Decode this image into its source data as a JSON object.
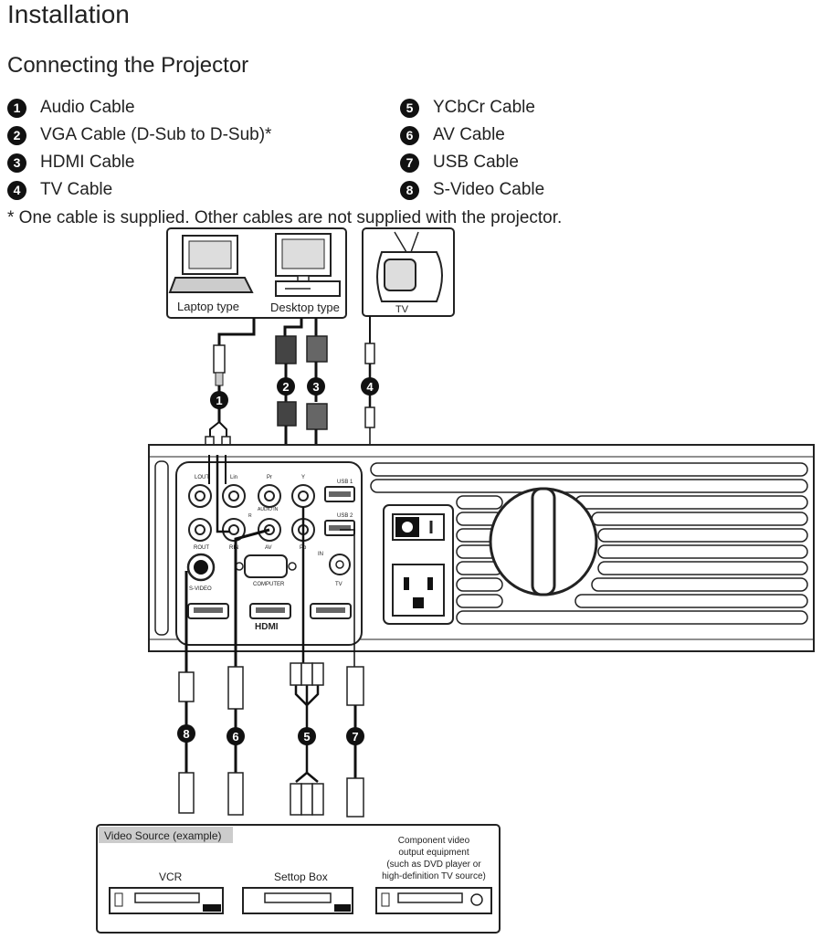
{
  "page": {
    "title": "Installation",
    "subtitle": "Connecting the Projector"
  },
  "legend": [
    {
      "num": "1",
      "label": "Audio Cable"
    },
    {
      "num": "2",
      "label": "VGA Cable (D-Sub to D-Sub)*"
    },
    {
      "num": "3",
      "label": "HDMI Cable"
    },
    {
      "num": "4",
      "label": "TV Cable"
    },
    {
      "num": "5",
      "label": "YCbCr Cable"
    },
    {
      "num": "6",
      "label": "AV Cable"
    },
    {
      "num": "7",
      "label": "USB Cable"
    },
    {
      "num": "8",
      "label": "S-Video Cable"
    }
  ],
  "note": "*  One cable is supplied. Other cables are not supplied with the projector.",
  "diagram": {
    "laptop_label": "Laptop type",
    "desktop_label": "Desktop type",
    "tv_label": "TV",
    "ports": {
      "lout": "LOUT",
      "lin": "Lin",
      "pr": "Pr",
      "y": "Y",
      "usb1": "USB 1",
      "usb2": "USB 2",
      "audio_in": "AUDIO IN",
      "r": "R",
      "rout": "ROUT",
      "rin": "RIN",
      "av": "AV",
      "pb": "Pb",
      "in": "IN",
      "computer": "COMPUTER",
      "tv": "TV",
      "svideo": "S-VIDEO",
      "hdmi": "HDMI"
    },
    "video_source_label": "Video Source (example)",
    "vcr_label": "VCR",
    "settop_label": "Settop Box",
    "component_label_1": "Component video",
    "component_label_2": "output equipment",
    "component_label_3": "(such as DVD player or",
    "component_label_4": "high-definition TV source)",
    "badges": {
      "b1": "1",
      "b2": "2",
      "b3": "3",
      "b4": "4",
      "b5": "5",
      "b6": "6",
      "b7": "7",
      "b8": "8"
    }
  }
}
